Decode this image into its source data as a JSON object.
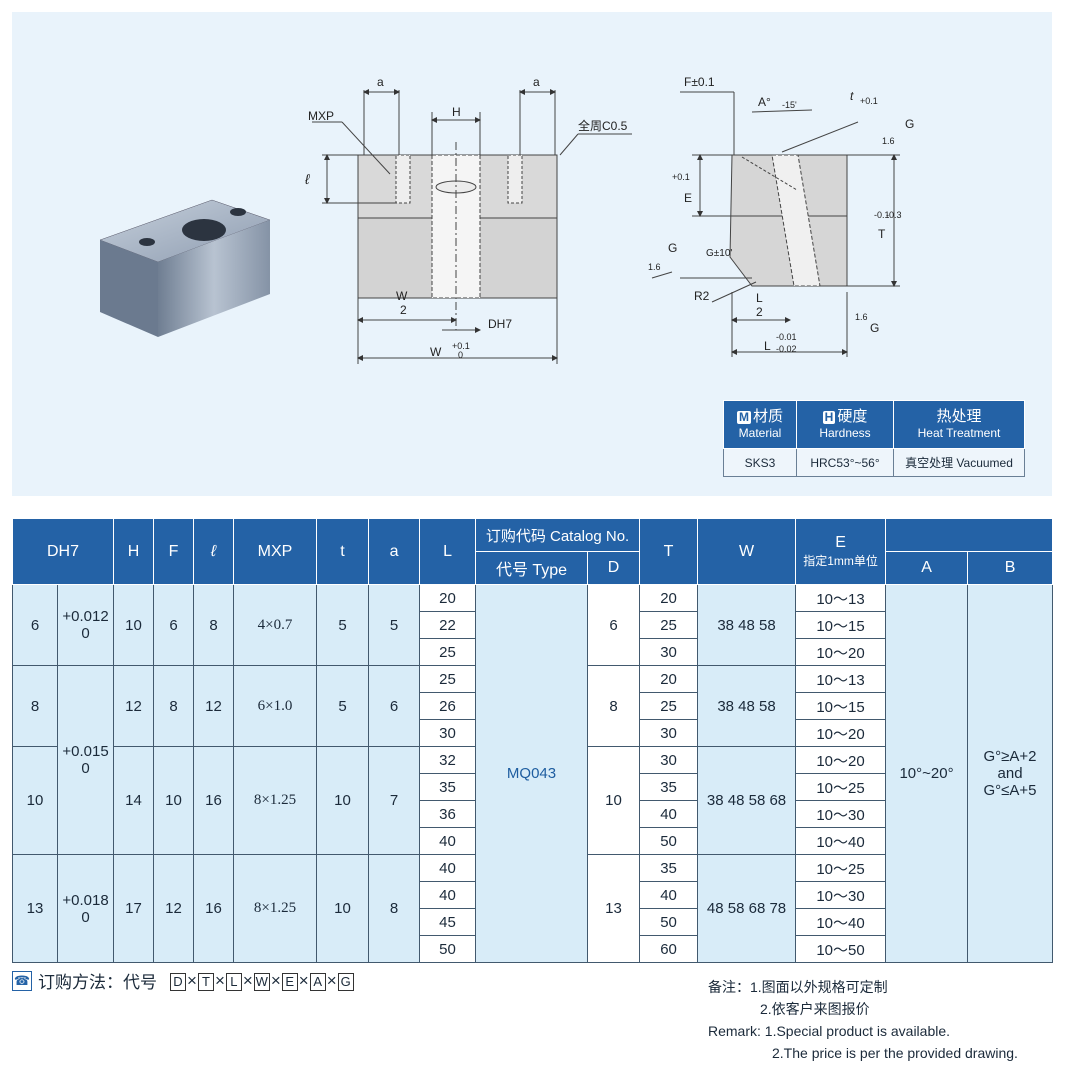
{
  "drawing": {
    "mxp": "MXP",
    "a": "a",
    "h": "H",
    "chamfer": "全周C0.5",
    "l_sym": "ℓ",
    "w": "W",
    "two": "2",
    "dh7": "DH7",
    "w_tol": "+0.1",
    "zero": "0",
    "f_tol": "F±0.1",
    "a_tol": "A°",
    "a_tol_minus": "-15'",
    "t_sym": "t",
    "t_tol": "+0.1",
    "g": "G",
    "g_16": "1.6",
    "e_label": "E",
    "e_tol": "+0.1",
    "t_label": "T",
    "t_tol2": "-0.1",
    "t_tol3": "-0.3",
    "g_angle": "G±10'",
    "r2": "R2",
    "l": "L",
    "l_tol1": "-0.01",
    "l_tol2": "-0.02",
    "g_16b": "1.6"
  },
  "material": {
    "badge_m": "M",
    "badge_h": "H",
    "material_zh": "材质",
    "material_en": "Material",
    "hardness_zh": "硬度",
    "hardness_en": "Hardness",
    "heat_zh": "热处理",
    "heat_en": "Heat Treatment",
    "material_value": "SKS3",
    "hardness_value": "HRC53°~56°",
    "heat_value": "真空处理 Vacuumed"
  },
  "table": {
    "headers": {
      "dh7": "DH7",
      "h": "H",
      "f": "F",
      "l": "ℓ",
      "mxp": "MXP",
      "t": "t",
      "a": "a",
      "L": "L",
      "catalog": "订购代码 Catalog No.",
      "type": "代号 Type",
      "d": "D",
      "T": "T",
      "W": "W",
      "E": "E",
      "E_sub": "指定1mm单位",
      "A": "A",
      "B": "B"
    },
    "groups": [
      {
        "d": "6",
        "tol1": "+0.012",
        "tol2": "0",
        "h": "10",
        "f": "6",
        "l": "8",
        "mxp": "4×0.7",
        "t": "5",
        "a": "5",
        "D": "6",
        "W": "38 48 58",
        "rows": [
          {
            "L": "20",
            "T": "20",
            "E": "10～13"
          },
          {
            "L": "22",
            "T": "25",
            "E": "10～15"
          },
          {
            "L": "25",
            "T": "30",
            "E": "10～20"
          }
        ]
      },
      {
        "d": "8",
        "tol1": "+0.015",
        "tol2": "0",
        "h": "12",
        "f": "8",
        "l": "12",
        "mxp": "6×1.0",
        "t": "5",
        "a": "6",
        "D": "8",
        "W": "38 48 58",
        "rows": [
          {
            "L": "25",
            "T": "20",
            "E": "10～13"
          },
          {
            "L": "26",
            "T": "25",
            "E": "10～15"
          },
          {
            "L": "30",
            "T": "30",
            "E": "10～20"
          }
        ]
      },
      {
        "d": "10",
        "h": "14",
        "f": "10",
        "l": "16",
        "mxp": "8×1.25",
        "t": "10",
        "a": "7",
        "D": "10",
        "W": "38 48  58 68",
        "rows": [
          {
            "L": "32",
            "T": "30",
            "E": "10～20"
          },
          {
            "L": "35",
            "T": "35",
            "E": "10～25"
          },
          {
            "L": "36",
            "T": "40",
            "E": "10～30"
          },
          {
            "L": "40",
            "T": "50",
            "E": "10～40"
          }
        ]
      },
      {
        "d": "13",
        "tol1": "+0.018",
        "tol2": "0",
        "h": "17",
        "f": "12",
        "l": "16",
        "mxp": "8×1.25",
        "t": "10",
        "a": "8",
        "D": "13",
        "W": "48 58 68 78",
        "rows": [
          {
            "L": "40",
            "T": "35",
            "E": "10～25"
          },
          {
            "L": "40",
            "T": "40",
            "E": "10～30"
          },
          {
            "L": "45",
            "T": "50",
            "E": "10～40"
          },
          {
            "L": "50",
            "T": "60",
            "E": "10～50"
          }
        ]
      }
    ],
    "type_code": "MQ043",
    "A": "10°~20°",
    "B1": "G°≥A+2",
    "B2": "and",
    "B3": "G°≤A+5"
  },
  "order": {
    "label": "订购方法：代号",
    "codes": [
      "D",
      "T",
      "L",
      "W",
      "E",
      "A",
      "G"
    ],
    "sep": "×"
  },
  "remarks": {
    "zh_title": "备注：",
    "zh1": "1.图面以外规格可定制",
    "zh2": "2.依客户来图报价",
    "en_title": "Remark:",
    "en1": "1.Special product is available.",
    "en2": "2.The price is per the provided drawing."
  }
}
